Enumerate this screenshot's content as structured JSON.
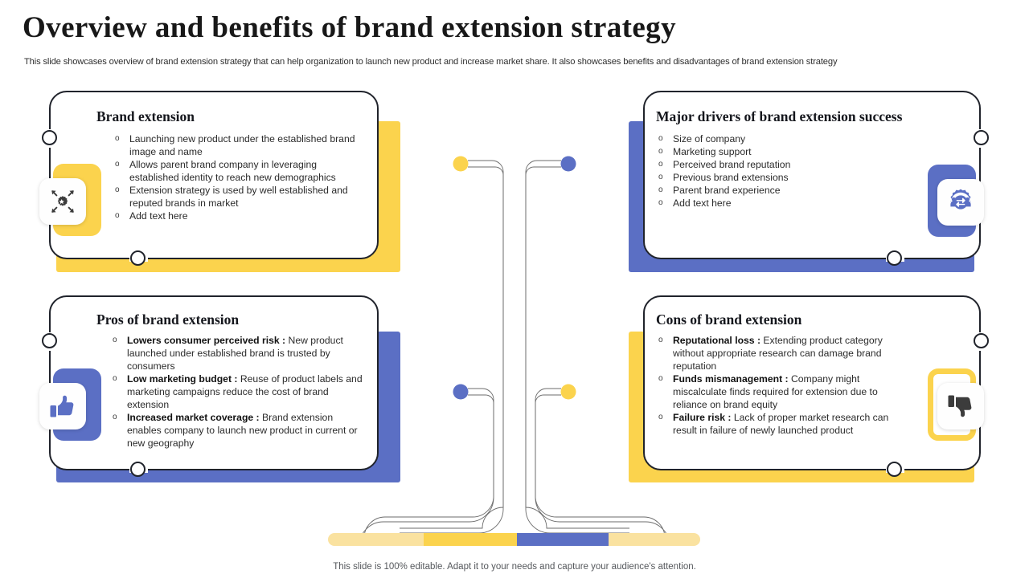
{
  "header": {
    "title": "Overview and benefits of brand extension strategy",
    "subtitle": "This slide showcases overview of brand extension strategy that can help organization to launch new product and increase market share. It also showcases benefits and disadvantages of brand extension strategy"
  },
  "footer": {
    "note": "This slide is 100% editable. Adapt it to your needs and capture your audience's attention."
  },
  "colors": {
    "yellow": "#FBD34D",
    "yellow_light": "#FAE2A0",
    "blue": "#5B6FC4",
    "dark": "#3C3C3C",
    "outline": "#20232B"
  },
  "cards": [
    {
      "id": "brand-extension",
      "title": "Brand extension",
      "icon": "target-expand-icon",
      "accent": "yellow",
      "bullets": [
        {
          "lead": "",
          "text": "Launching new product under the established brand image and name"
        },
        {
          "lead": "",
          "text": "Allows parent brand company in leveraging established identity to reach new demographics"
        },
        {
          "lead": "",
          "text": "Extension strategy is used by well established and reputed brands in market"
        },
        {
          "lead": "",
          "text": "Add text here"
        }
      ]
    },
    {
      "id": "major-drivers",
      "title": "Major drivers of brand extension success",
      "icon": "gear-people-icon",
      "accent": "blue",
      "bullets": [
        {
          "lead": "",
          "text": "Size of company"
        },
        {
          "lead": "",
          "text": "Marketing support"
        },
        {
          "lead": "",
          "text": "Perceived brand reputation"
        },
        {
          "lead": "",
          "text": "Previous brand extensions"
        },
        {
          "lead": "",
          "text": "Parent brand experience"
        },
        {
          "lead": "",
          "text": "Add text here"
        }
      ]
    },
    {
      "id": "pros",
      "title": "Pros of brand extension",
      "icon": "thumbs-up-icon",
      "accent": "blue",
      "bullets": [
        {
          "lead": "Lowers consumer perceived risk :",
          "text": " New product launched under established brand is trusted by consumers"
        },
        {
          "lead": "Low marketing budget :",
          "text": " Reuse of product labels and marketing campaigns reduce the cost of brand extension"
        },
        {
          "lead": "Increased market coverage :",
          "text": " Brand extension enables company to launch new product in current or new geography"
        }
      ]
    },
    {
      "id": "cons",
      "title": "Cons of brand extension",
      "icon": "thumbs-down-icon",
      "accent": "yellow",
      "bullets": [
        {
          "lead": "Reputational loss :",
          "text": " Extending product category without appropriate research can damage brand reputation"
        },
        {
          "lead": "Funds mismanagement :",
          "text": " Company might miscalculate finds required for extension due to reliance on brand equity"
        },
        {
          "lead": "Failure risk :",
          "text": " Lack of proper market research can result in failure of newly launched product"
        }
      ]
    }
  ],
  "connector": {
    "dots": [
      {
        "name": "dot-top-left",
        "color": "#FBD34D"
      },
      {
        "name": "dot-top-right",
        "color": "#5B6FC4"
      },
      {
        "name": "dot-bottom-left",
        "color": "#5B6FC4"
      },
      {
        "name": "dot-bottom-right",
        "color": "#FBD34D"
      }
    ],
    "base_segments": [
      {
        "name": "segment-1",
        "color": "#FAE2A0"
      },
      {
        "name": "segment-2",
        "color": "#FBD34D"
      },
      {
        "name": "segment-3",
        "color": "#5B6FC4"
      },
      {
        "name": "segment-4",
        "color": "#FAE2A0"
      }
    ]
  }
}
